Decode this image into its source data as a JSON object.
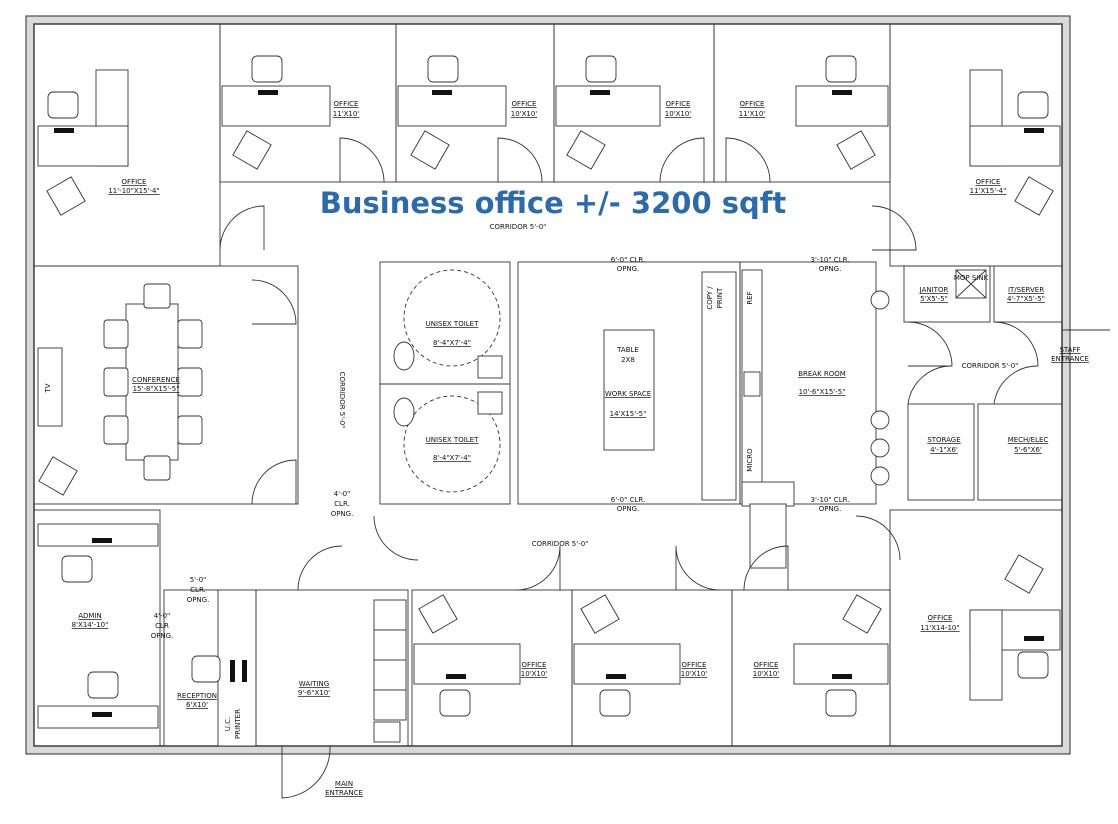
{
  "title": "Business office +/- 3200 sqft",
  "rooms": [
    {
      "id": "office-nw",
      "name": "OFFICE",
      "size": "11'-10\"X15'-4\""
    },
    {
      "id": "office-1",
      "name": "OFFICE",
      "size": "11'X10'"
    },
    {
      "id": "office-2",
      "name": "OFFICE",
      "size": "10'X10'"
    },
    {
      "id": "office-3",
      "name": "OFFICE",
      "size": "10'X10'"
    },
    {
      "id": "office-4",
      "name": "OFFICE",
      "size": "11'X10'"
    },
    {
      "id": "office-ne",
      "name": "OFFICE",
      "size": "11'X15'-4\""
    },
    {
      "id": "conference",
      "name": "CONFERENCE",
      "size": "15'-8\"X15'-5\""
    },
    {
      "id": "toilet-1",
      "name": "UNISEX TOILET",
      "size": "8'-4\"X7'-4\""
    },
    {
      "id": "toilet-2",
      "name": "UNISEX TOILET",
      "size": "8'-4\"X7'-4\""
    },
    {
      "id": "work-space",
      "name": "WORK SPACE",
      "size": "14'X15'-5\""
    },
    {
      "id": "break-room",
      "name": "BREAK ROOM",
      "size": "10'-6\"X15'-5\""
    },
    {
      "id": "janitor",
      "name": "JANITOR",
      "size": "5'X5'-5\""
    },
    {
      "id": "it-server",
      "name": "IT/SERVER",
      "size": "4'-7\"X5'-5\""
    },
    {
      "id": "storage",
      "name": "STORAGE",
      "size": "4'-1\"X6'"
    },
    {
      "id": "mech-elec",
      "name": "MECH/ELEC",
      "size": "5'-6\"X6'"
    },
    {
      "id": "admin",
      "name": "ADMIN",
      "size": "8'X14'-10\""
    },
    {
      "id": "reception",
      "name": "RECEPTION",
      "size": "6'X10'"
    },
    {
      "id": "waiting",
      "name": "WAITING",
      "size": "9'-6\"X10'"
    },
    {
      "id": "office-s1",
      "name": "OFFICE",
      "size": "10'X10'"
    },
    {
      "id": "office-s2",
      "name": "OFFICE",
      "size": "10'X10'"
    },
    {
      "id": "office-s3",
      "name": "OFFICE",
      "size": "10'X10'"
    },
    {
      "id": "office-se",
      "name": "OFFICE",
      "size": "11'X14-10\""
    }
  ],
  "labels": {
    "corridor_top": "CORRIDOR 5'-0\"",
    "corridor_bottom": "CORRIDOR 5'-0\"",
    "corridor_west": "CORRIDOR 5'-0\"",
    "corridor_east": "CORRIDOR 5'-0\"",
    "opening_top_center": [
      "6'-0\" CLR.",
      "OPNG."
    ],
    "opening_top_right": [
      "3'-10\" CLR.",
      "OPNG."
    ],
    "opening_bottom_center": [
      "6'-0\" CLR.",
      "OPNG."
    ],
    "opening_bottom_right": [
      "3'-10\" CLR.",
      "OPNG."
    ],
    "opening_west": [
      "4'-0\"",
      "CLR.",
      "OPNG."
    ],
    "opening_admin": [
      "4'-0\"",
      "CLR",
      "OPNG."
    ],
    "opening_reception": [
      "5'-0\"",
      "CLR.",
      "OPNG."
    ],
    "tv": "TV",
    "table": [
      "TABLE",
      "2X8"
    ],
    "copy_print": [
      "COPY /",
      "PRINT"
    ],
    "ref": "REF",
    "micro": "MICRO",
    "mop_sink": "MOP SINK",
    "uc_printer": [
      "U.C.",
      "PRINTER"
    ],
    "staff_entrance": [
      "STAFF",
      "ENTRANCE"
    ],
    "main_entrance": [
      "MAIN",
      "ENTRANCE"
    ]
  },
  "colors": {
    "title": "#2e6aa8",
    "wall": "#2b2b2b",
    "wall_fill": "#d9d9d9"
  }
}
